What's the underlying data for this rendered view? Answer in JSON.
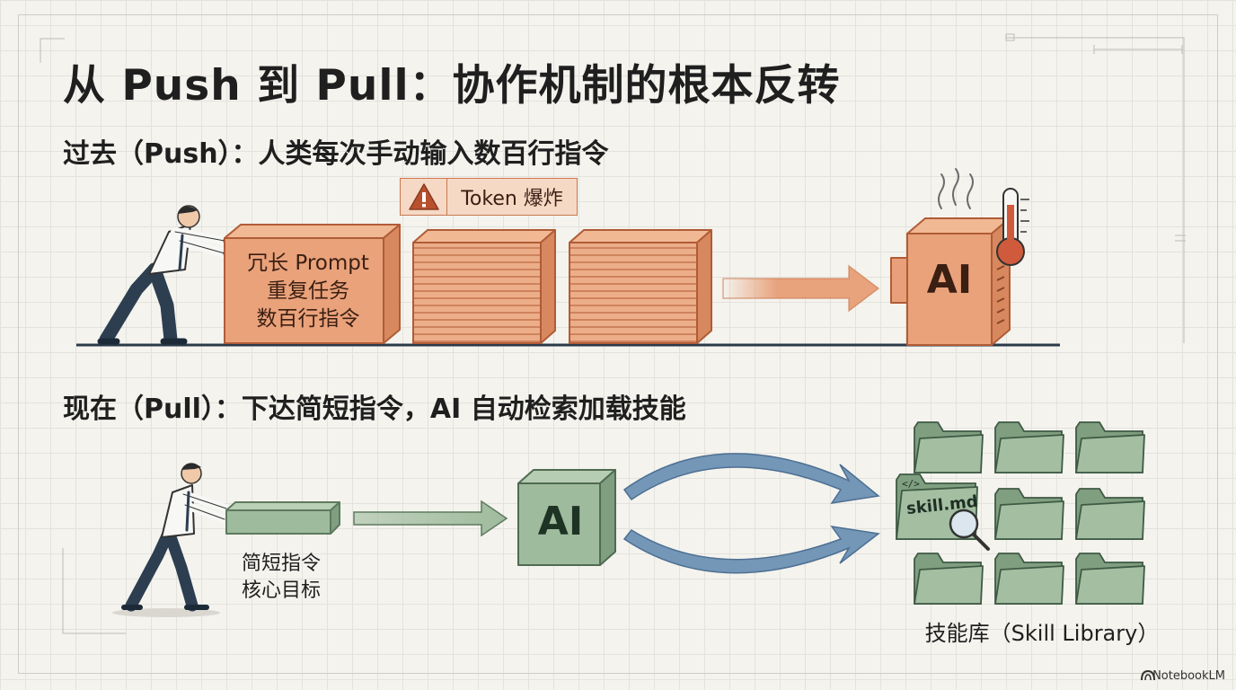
{
  "title": "从 Push 到 Pull：协作机制的根本反转",
  "push": {
    "heading": "过去（Push）：人类每次手动输入数百行指令",
    "box_lines": [
      "冗长 Prompt",
      "重复任务",
      "数百行指令"
    ],
    "warning": "Token 爆炸",
    "ai_label": "AI"
  },
  "pull": {
    "heading": "现在（Pull）：下达简短指令，AI 自动检索加载技能",
    "short_lines": [
      "简短指令",
      "核心目标"
    ],
    "ai_label": "AI",
    "skill_file": "skill.md",
    "code_tag": "</>",
    "library_label": "技能库（Skill Library）"
  },
  "brand": "NotebookLM",
  "colors": {
    "push_accent": "#e8a27c",
    "pull_accent": "#9fbb9d",
    "arrow_blue": "#6f93b5"
  }
}
